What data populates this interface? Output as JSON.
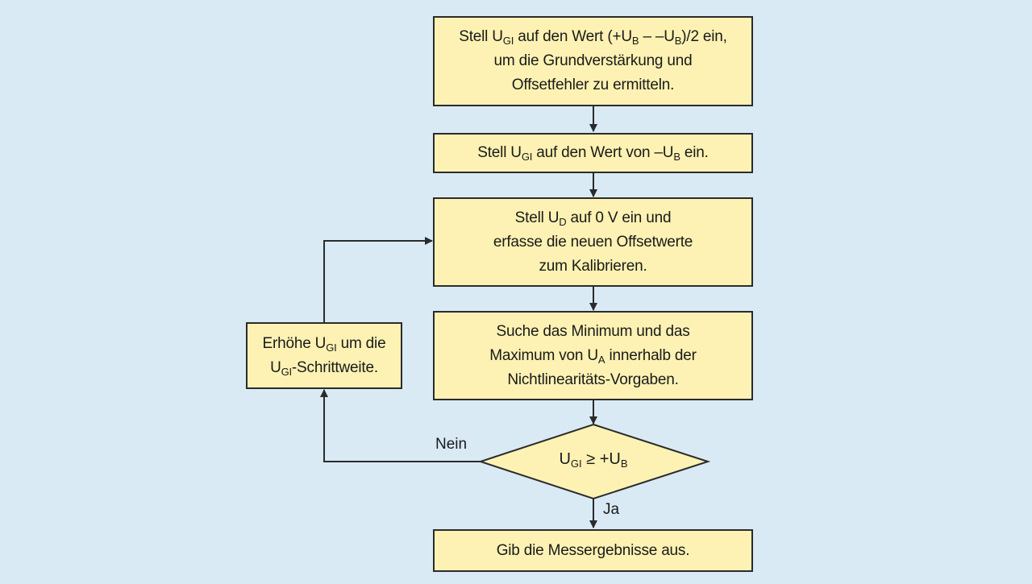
{
  "colors": {
    "background": "#d9eaf5",
    "box_fill": "#fdf2b3",
    "stroke": "#2b2b2b"
  },
  "flowchart": {
    "box1": {
      "l1_a": "Stell U",
      "l1_sub1": "GI",
      "l1_b": " auf den Wert (+U",
      "l1_sub2": "B",
      "l1_c": " – –U",
      "l1_sub3": "B",
      "l1_d": ")/2 ein,",
      "l2": "um die Grundverstärkung und",
      "l3": "Offsetfehler zu ermitteln."
    },
    "box2": {
      "a": "Stell U",
      "sub1": "GI",
      "b": " auf den Wert von –U",
      "sub2": "B",
      "c": " ein."
    },
    "box3": {
      "l1_a": "Stell U",
      "l1_sub": "D",
      "l1_b": " auf 0 V ein und",
      "l2": "erfasse die neuen Offsetwerte",
      "l3": "zum Kalibrieren."
    },
    "box4": {
      "l1": "Suche das Minimum und das",
      "l2_a": "Maximum von U",
      "l2_sub": "A",
      "l2_b": " innerhalb der",
      "l3": "Nichtlinearitäts-Vorgaben."
    },
    "decision": {
      "a": "U",
      "sub1": "GI",
      "b": " ≥ +U",
      "sub2": "B"
    },
    "loop_box": {
      "l1_a": "Erhöhe U",
      "l1_sub": "GI",
      "l1_b": " um die",
      "l2_sub": "GI",
      "l2_a": "U",
      "l2_b": "-Schrittweite."
    },
    "end_box": {
      "text": "Gib die Messergebnisse aus."
    },
    "label_no": "Nein",
    "label_yes": "Ja"
  }
}
